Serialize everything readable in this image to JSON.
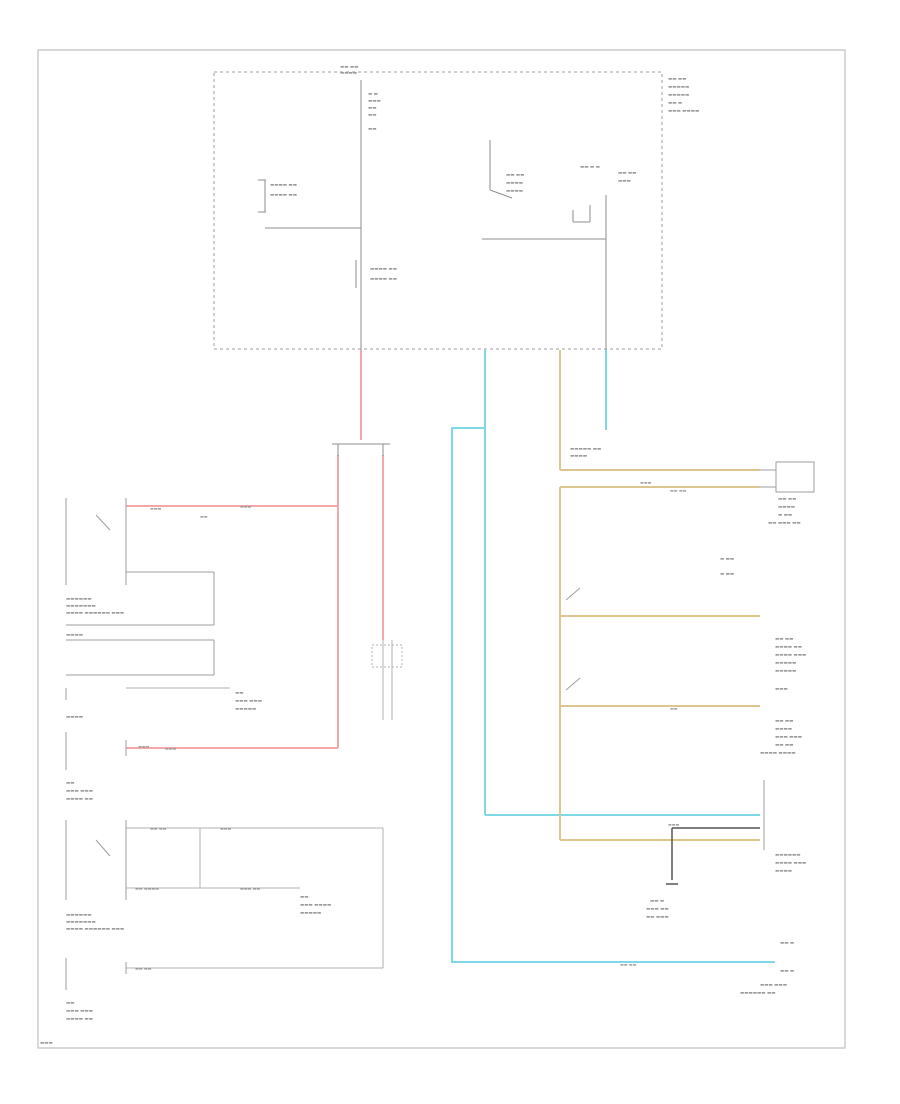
{
  "wire_colors": {
    "red": "#f4a7a7",
    "blue": "#7fd8e6",
    "tan": "#dcc68f",
    "black": "#555555",
    "gray": "#c8c8c8"
  },
  "components": [
    {
      "id": "top-box",
      "label": "",
      "lines": []
    },
    {
      "id": "trans-left-upper",
      "label": "",
      "lines": []
    },
    {
      "id": "trans-left-lower",
      "label": "",
      "lines": []
    },
    {
      "id": "relay-right",
      "label": "",
      "lines": []
    }
  ],
  "footer": {
    "code": ""
  }
}
